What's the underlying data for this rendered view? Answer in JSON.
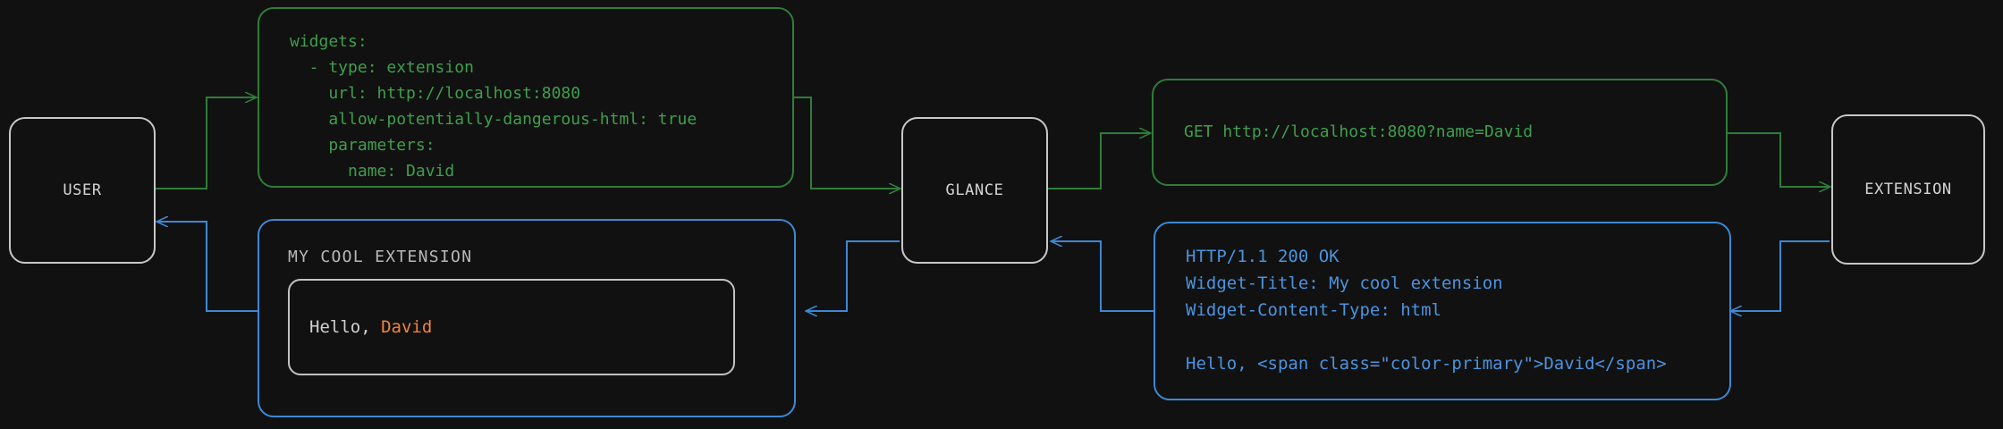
{
  "theme": {
    "background": "#111111",
    "node_border": "#c8c8c8",
    "node_text": "#d4d4d4",
    "request_color": "#3f9e4d",
    "response_color": "#4c93de",
    "accent_color": "#f0843c"
  },
  "nodes": {
    "user": {
      "label": "USER"
    },
    "glance": {
      "label": "GLANCE"
    },
    "extension": {
      "label": "EXTENSION"
    }
  },
  "boxes": {
    "config": {
      "lines": [
        "widgets:",
        "  - type: extension",
        "    url: http://localhost:8080",
        "    allow-potentially-dangerous-html: true",
        "    parameters:",
        "      name: David"
      ]
    },
    "request": {
      "lines": [
        "GET http://localhost:8080?name=David"
      ]
    },
    "response": {
      "lines": [
        "HTTP/1.1 200 OK",
        "Widget-Title: My cool extension",
        "Widget-Content-Type: html",
        "",
        "Hello, <span class=\"color-primary\">David</span>"
      ]
    },
    "rendered_widget": {
      "title": "MY COOL EXTENSION",
      "body_prefix": "Hello, ",
      "body_accent": "David"
    }
  },
  "edges": [
    {
      "name": "user-to-config",
      "kind": "request"
    },
    {
      "name": "config-to-glance",
      "kind": "request"
    },
    {
      "name": "glance-to-request",
      "kind": "request"
    },
    {
      "name": "request-to-extension",
      "kind": "request"
    },
    {
      "name": "extension-to-response",
      "kind": "response"
    },
    {
      "name": "response-to-glance",
      "kind": "response"
    },
    {
      "name": "glance-to-rendered-widget",
      "kind": "response"
    },
    {
      "name": "rendered-widget-to-user",
      "kind": "response"
    }
  ]
}
